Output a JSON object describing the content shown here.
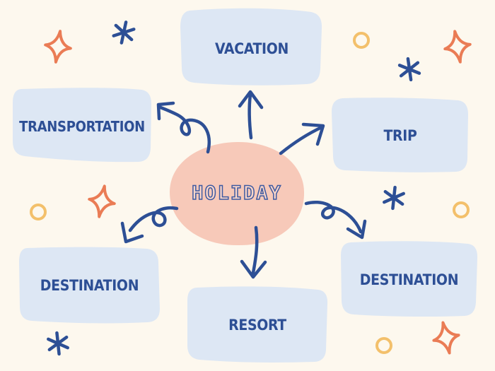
{
  "colors": {
    "background": "#fdf8ee",
    "box_fill": "#dde7f4",
    "center_fill": "#f7c9b9",
    "ink": "#2d4f95",
    "sparkle_orange": "#ea7c55",
    "ring_yellow": "#f3c06b"
  },
  "diagram": {
    "center": {
      "label": "HOLIDAY"
    },
    "branches": [
      {
        "id": "transportation",
        "label": "TRANSPORTATION"
      },
      {
        "id": "vacation",
        "label": "VACATION"
      },
      {
        "id": "trip",
        "label": "TRIP"
      },
      {
        "id": "destination-left",
        "label": "DESTINATION"
      },
      {
        "id": "resort",
        "label": "RESORT"
      },
      {
        "id": "destination-right",
        "label": "DESTINATION"
      }
    ]
  },
  "decorations": [
    {
      "type": "sparkle",
      "color": "orange"
    },
    {
      "type": "sparkle",
      "color": "orange"
    },
    {
      "type": "sparkle",
      "color": "orange"
    },
    {
      "type": "sparkle",
      "color": "orange"
    },
    {
      "type": "asterisk",
      "color": "blue"
    },
    {
      "type": "asterisk",
      "color": "blue"
    },
    {
      "type": "asterisk",
      "color": "blue"
    },
    {
      "type": "asterisk",
      "color": "blue"
    },
    {
      "type": "ring",
      "color": "yellow"
    },
    {
      "type": "ring",
      "color": "yellow"
    },
    {
      "type": "ring",
      "color": "yellow"
    },
    {
      "type": "ring",
      "color": "yellow"
    }
  ]
}
